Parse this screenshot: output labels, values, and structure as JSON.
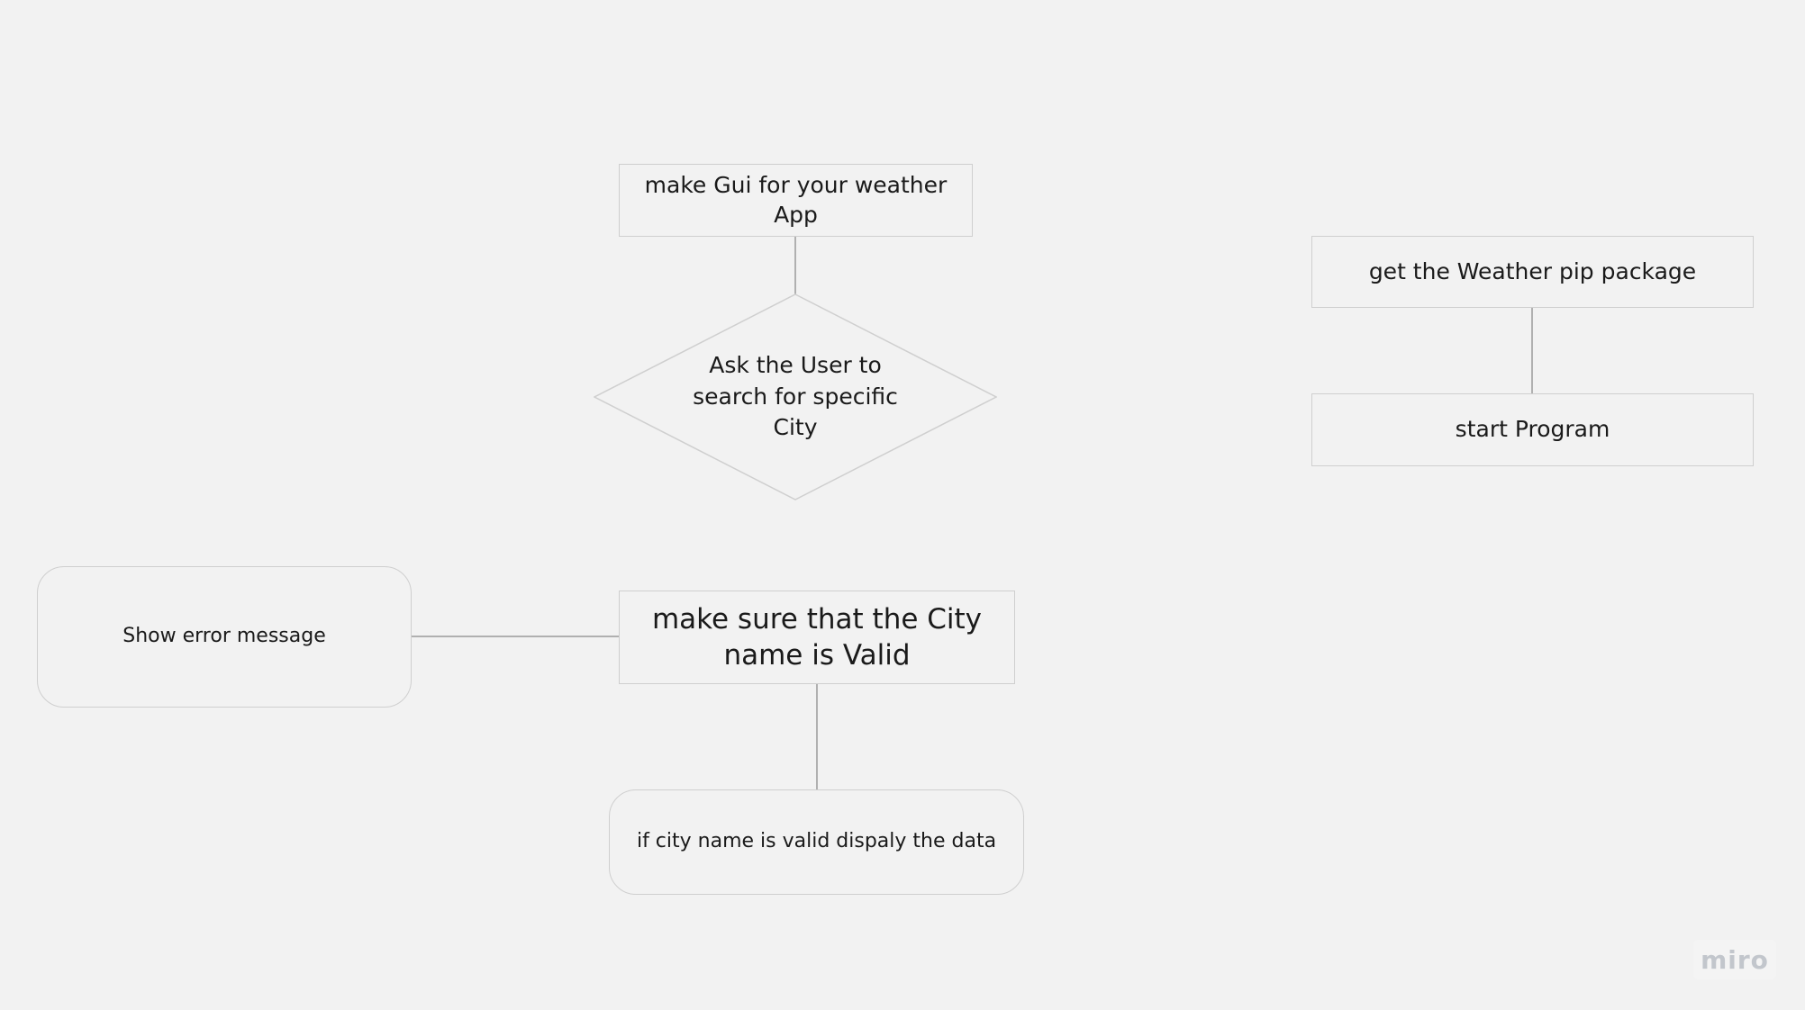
{
  "diagram": {
    "nodes": {
      "make_gui": "make Gui for your weather App",
      "ask_user": "Ask the User to search for specific City",
      "get_pip": "get the Weather pip package",
      "start_program": "start Program",
      "validate_city": "make sure that the City name is Valid",
      "show_error": "Show error message",
      "display_data": "if city name is valid dispaly the data"
    },
    "edges": [
      {
        "from": "make_gui",
        "to": "ask_user"
      },
      {
        "from": "get_pip",
        "to": "start_program"
      },
      {
        "from": "show_error",
        "to": "validate_city"
      },
      {
        "from": "validate_city",
        "to": "display_data"
      }
    ]
  },
  "brand": {
    "logo_text": "miro"
  }
}
